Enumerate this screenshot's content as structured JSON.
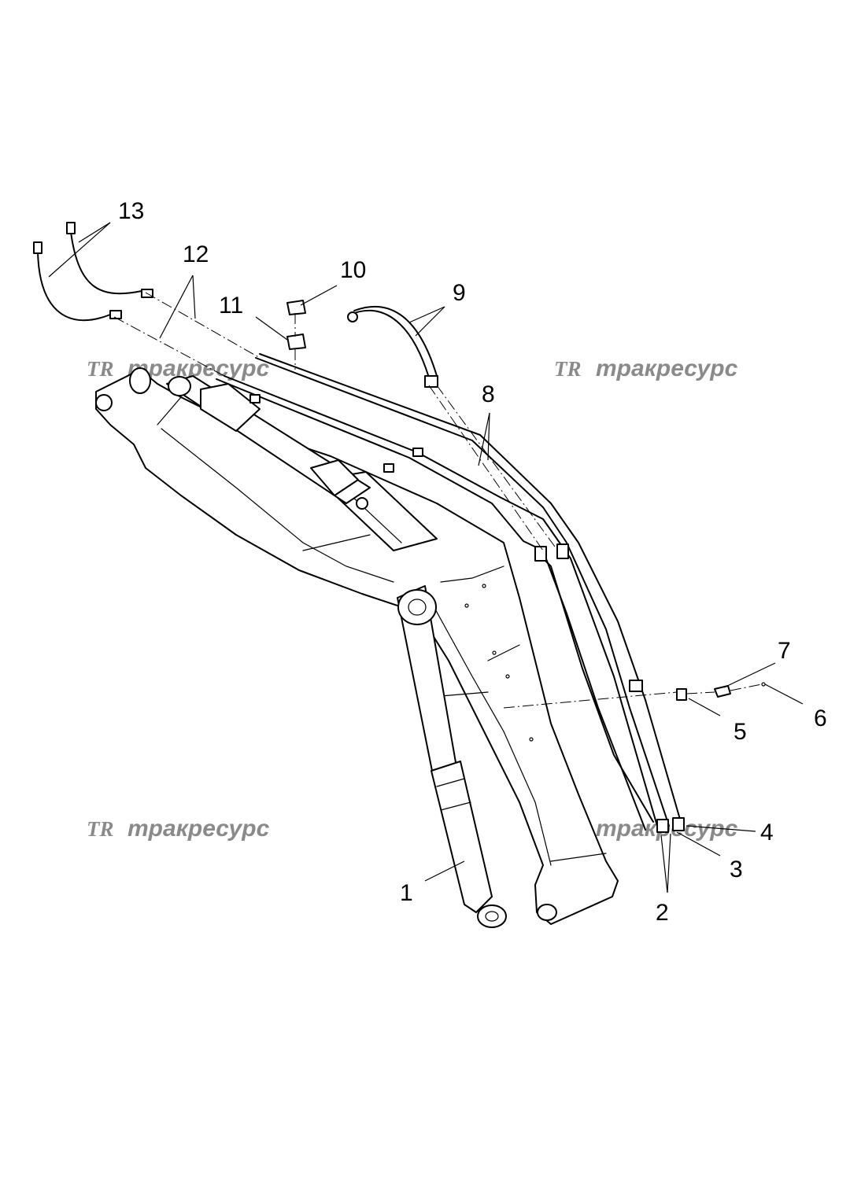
{
  "callouts": [
    {
      "id": "1",
      "text": "1"
    },
    {
      "id": "2",
      "text": "2"
    },
    {
      "id": "3",
      "text": "3"
    },
    {
      "id": "4",
      "text": "4"
    },
    {
      "id": "5",
      "text": "5"
    },
    {
      "id": "6",
      "text": "6"
    },
    {
      "id": "7",
      "text": "7"
    },
    {
      "id": "8",
      "text": "8"
    },
    {
      "id": "9",
      "text": "9"
    },
    {
      "id": "10",
      "text": "10"
    },
    {
      "id": "11",
      "text": "11"
    },
    {
      "id": "12",
      "text": "12"
    },
    {
      "id": "13",
      "text": "13"
    }
  ],
  "watermark": {
    "logo": "TR",
    "text": "тракресурс"
  }
}
